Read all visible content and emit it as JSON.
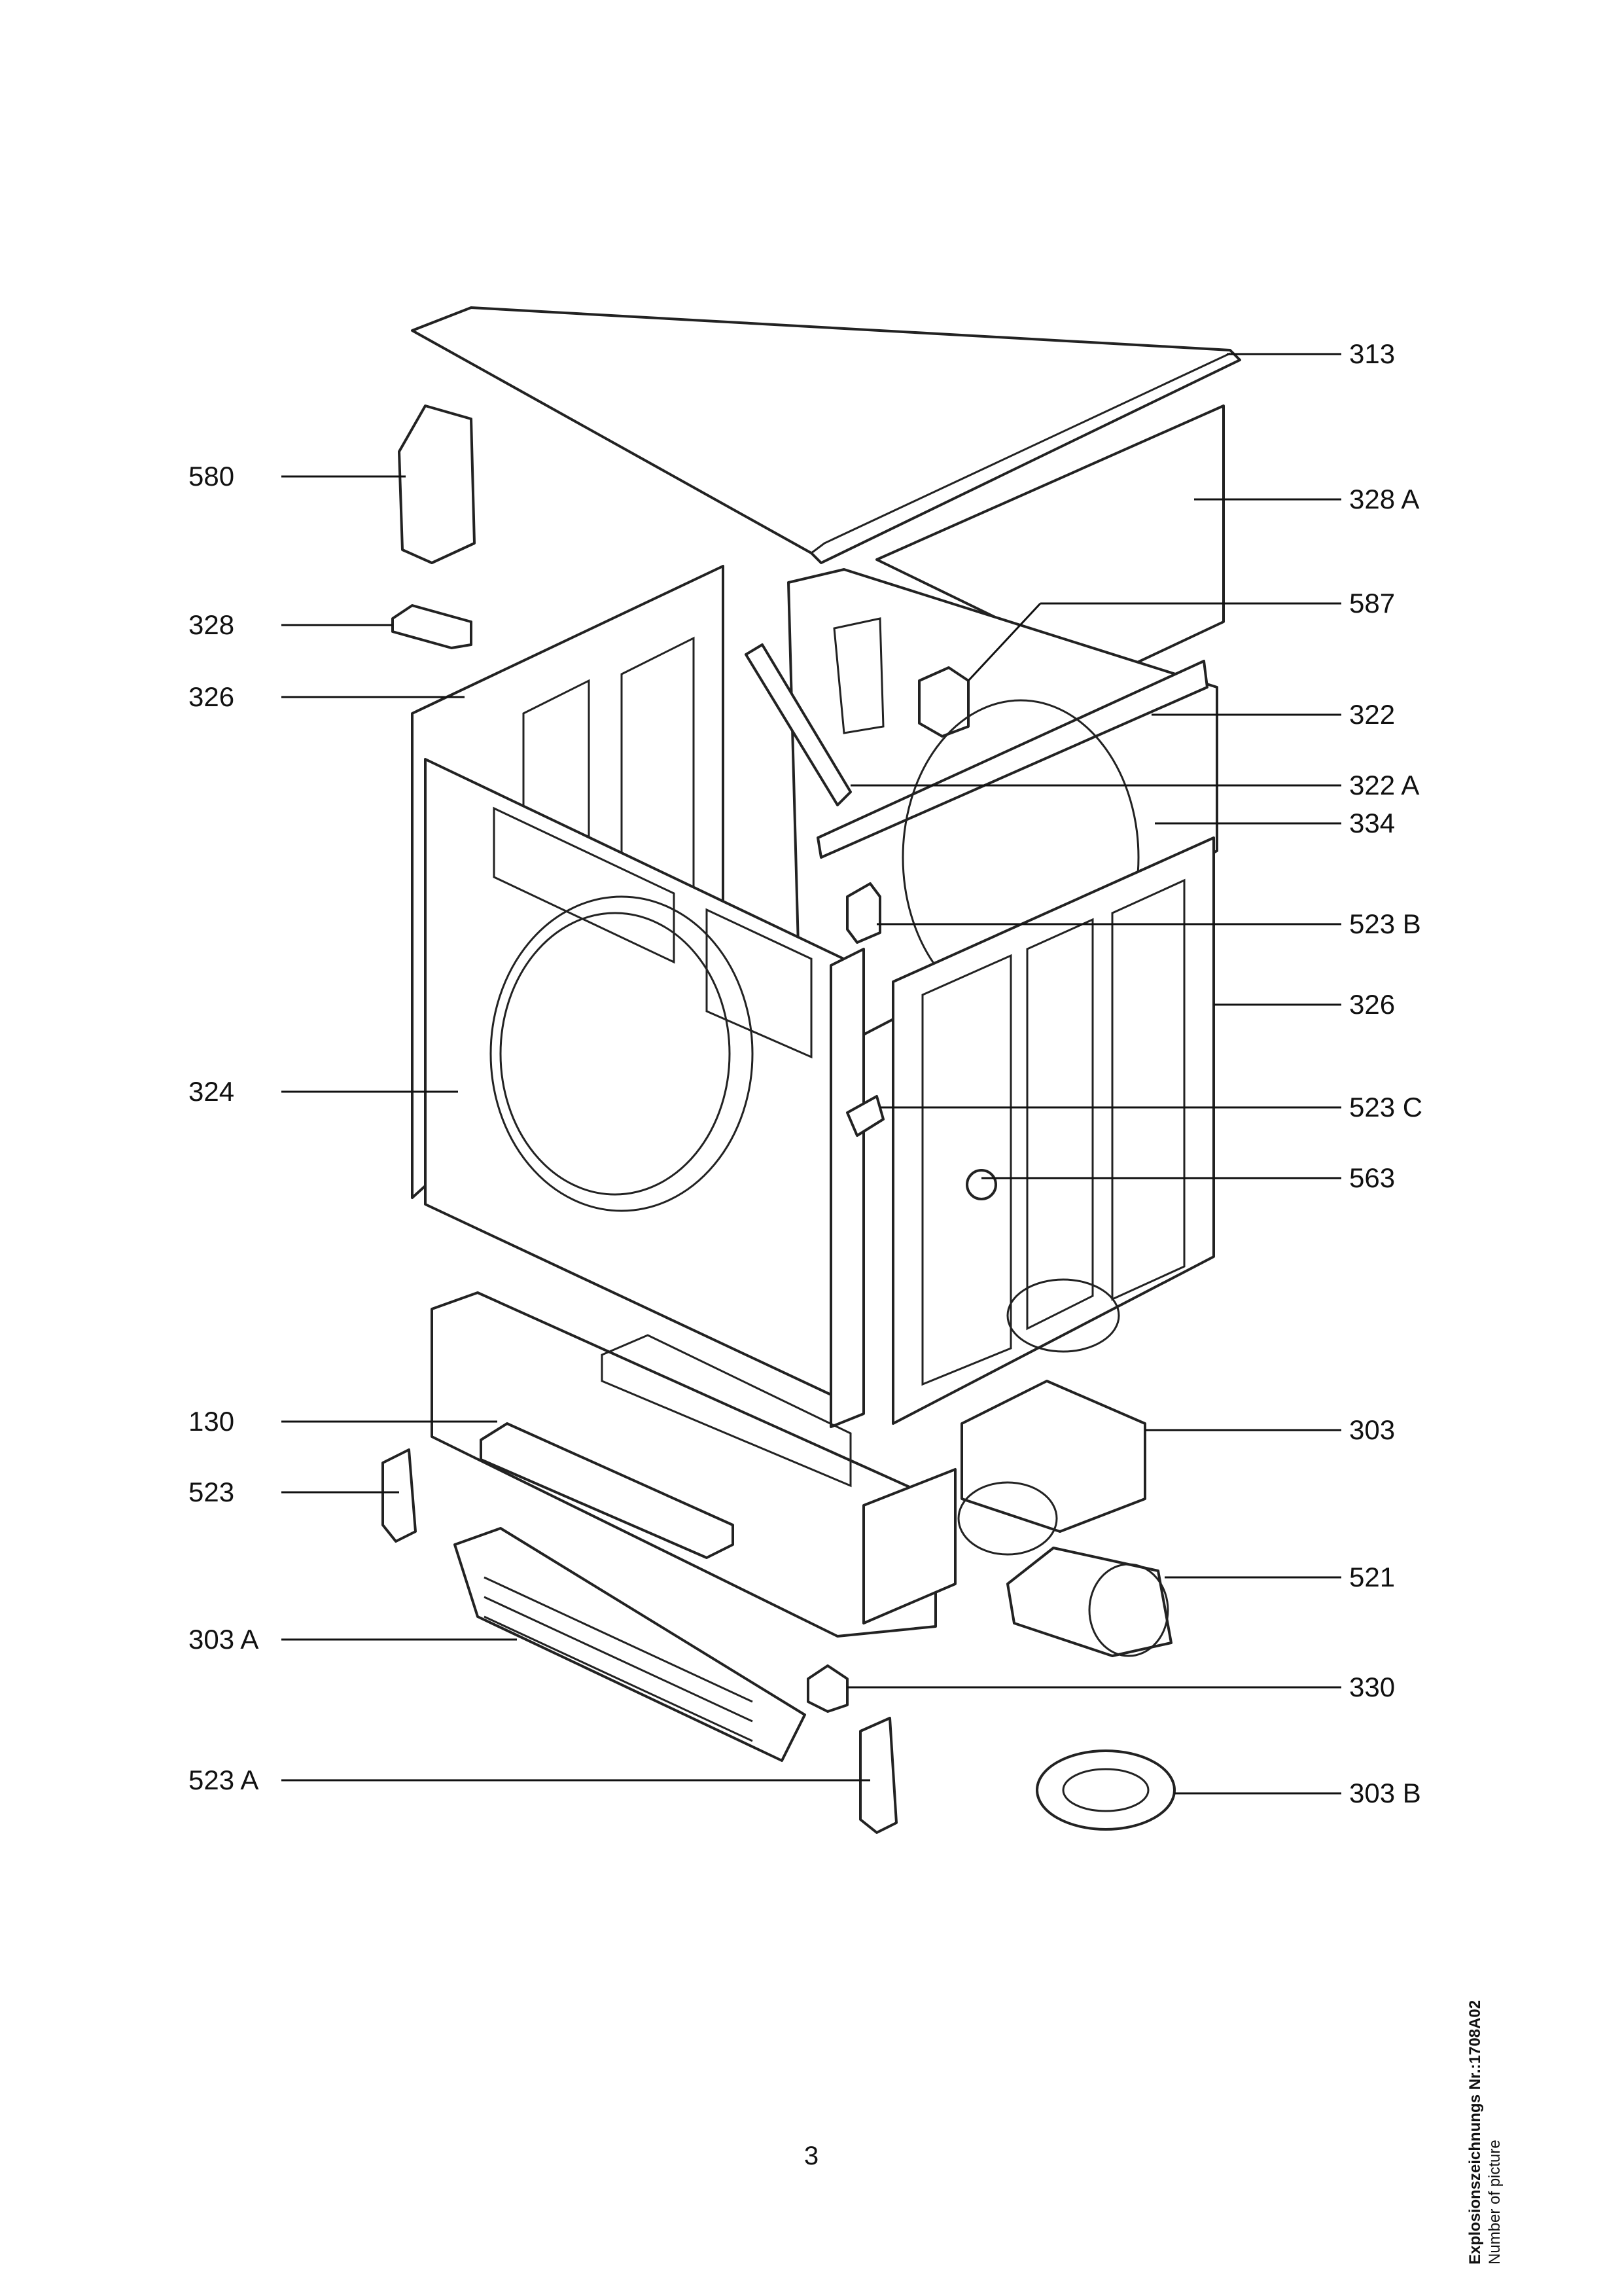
{
  "diagram": {
    "labels_right": [
      "313",
      "328 A",
      "587",
      "322",
      "322 A",
      "334",
      "523 B",
      "326",
      "523 C",
      "563",
      "303",
      "521",
      "330",
      "303 B"
    ],
    "labels_left": [
      "580",
      "328",
      "326",
      "324",
      "130",
      "523",
      "303 A",
      "523 A"
    ]
  },
  "page_number": "3",
  "caption": {
    "line1": "Explosionszeichnungs Nr.:1708A02",
    "line2": "Number of picture"
  }
}
